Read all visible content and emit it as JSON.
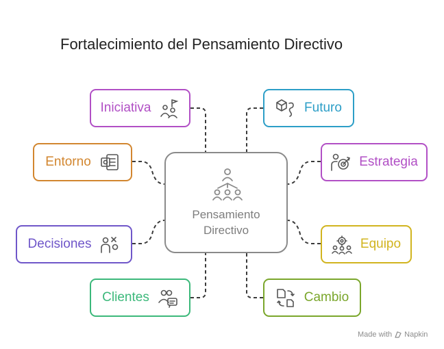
{
  "title": "Fortalecimiento del Pensamiento Directivo",
  "center": {
    "label_line1": "Pensamiento",
    "label_line2": "Directivo",
    "icon": "team-hierarchy-icon"
  },
  "nodes": [
    {
      "label": "Iniciativa",
      "icon": "people-flag-icon",
      "color": "#b14fc5"
    },
    {
      "label": "Entorno",
      "icon": "office-document-icon",
      "color": "#d2862f"
    },
    {
      "label": "Decisiones",
      "icon": "person-choice-icon",
      "color": "#6f56c9"
    },
    {
      "label": "Clientes",
      "icon": "customers-chat-icon",
      "color": "#3bb87a"
    },
    {
      "label": "Futuro",
      "icon": "cube-path-icon",
      "color": "#2c9ec7"
    },
    {
      "label": "Estrategia",
      "icon": "person-target-icon",
      "color": "#b14fc5"
    },
    {
      "label": "Equipo",
      "icon": "team-gear-icon",
      "color": "#d1b41e"
    },
    {
      "label": "Cambio",
      "icon": "document-cycle-icon",
      "color": "#7aa62b"
    }
  ],
  "branding": {
    "prefix": "Made with",
    "name": "Napkin"
  }
}
